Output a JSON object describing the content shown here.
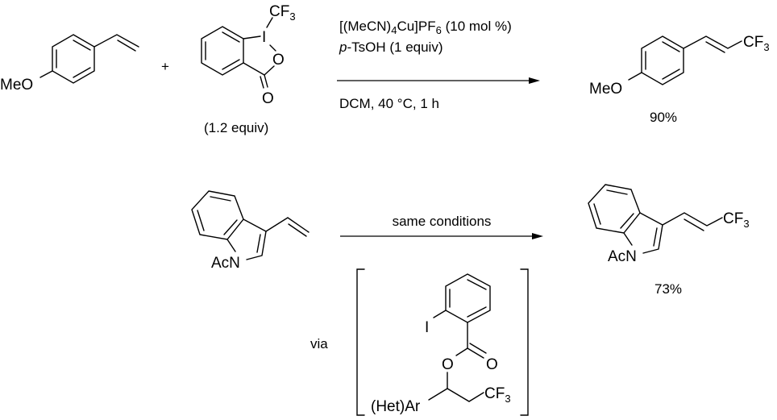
{
  "scheme": {
    "reaction1": {
      "reactant_styrene": {
        "substituent": "MeO"
      },
      "plus": "+",
      "togni_reagent": {
        "cf3": "CF",
        "cf3_sub": "3",
        "iodine": "I",
        "ring_oxygen": "O",
        "carbonyl_oxygen": "O",
        "equiv": "(1.2 equiv)"
      },
      "conditions": {
        "catalyst_a": "[(MeCN)",
        "catalyst_sub1": "4",
        "catalyst_b": "Cu]PF",
        "catalyst_sub2": "6",
        "catalyst_c": " (10 mol %)",
        "acid_prefix": "p",
        "acid": "-TsOH (1 equiv)",
        "solvent_temp_time": "DCM, 40 °C, 1 h"
      },
      "product": {
        "substituent": "MeO",
        "cf3": "CF",
        "cf3_sub": "3",
        "yield": "90%"
      }
    },
    "reaction2": {
      "reactant_indole": {
        "substituent": "AcN"
      },
      "conditions": "same conditions",
      "product": {
        "substituent": "AcN",
        "cf3": "CF",
        "cf3_sub": "3",
        "yield": "73%"
      },
      "via_label": "via",
      "intermediate": {
        "iodine": "I",
        "ester_oxygen": "O",
        "carbonyl_oxygen": "O",
        "aryl": "(Het)Ar",
        "cf3": "CF",
        "cf3_sub": "3"
      }
    }
  }
}
